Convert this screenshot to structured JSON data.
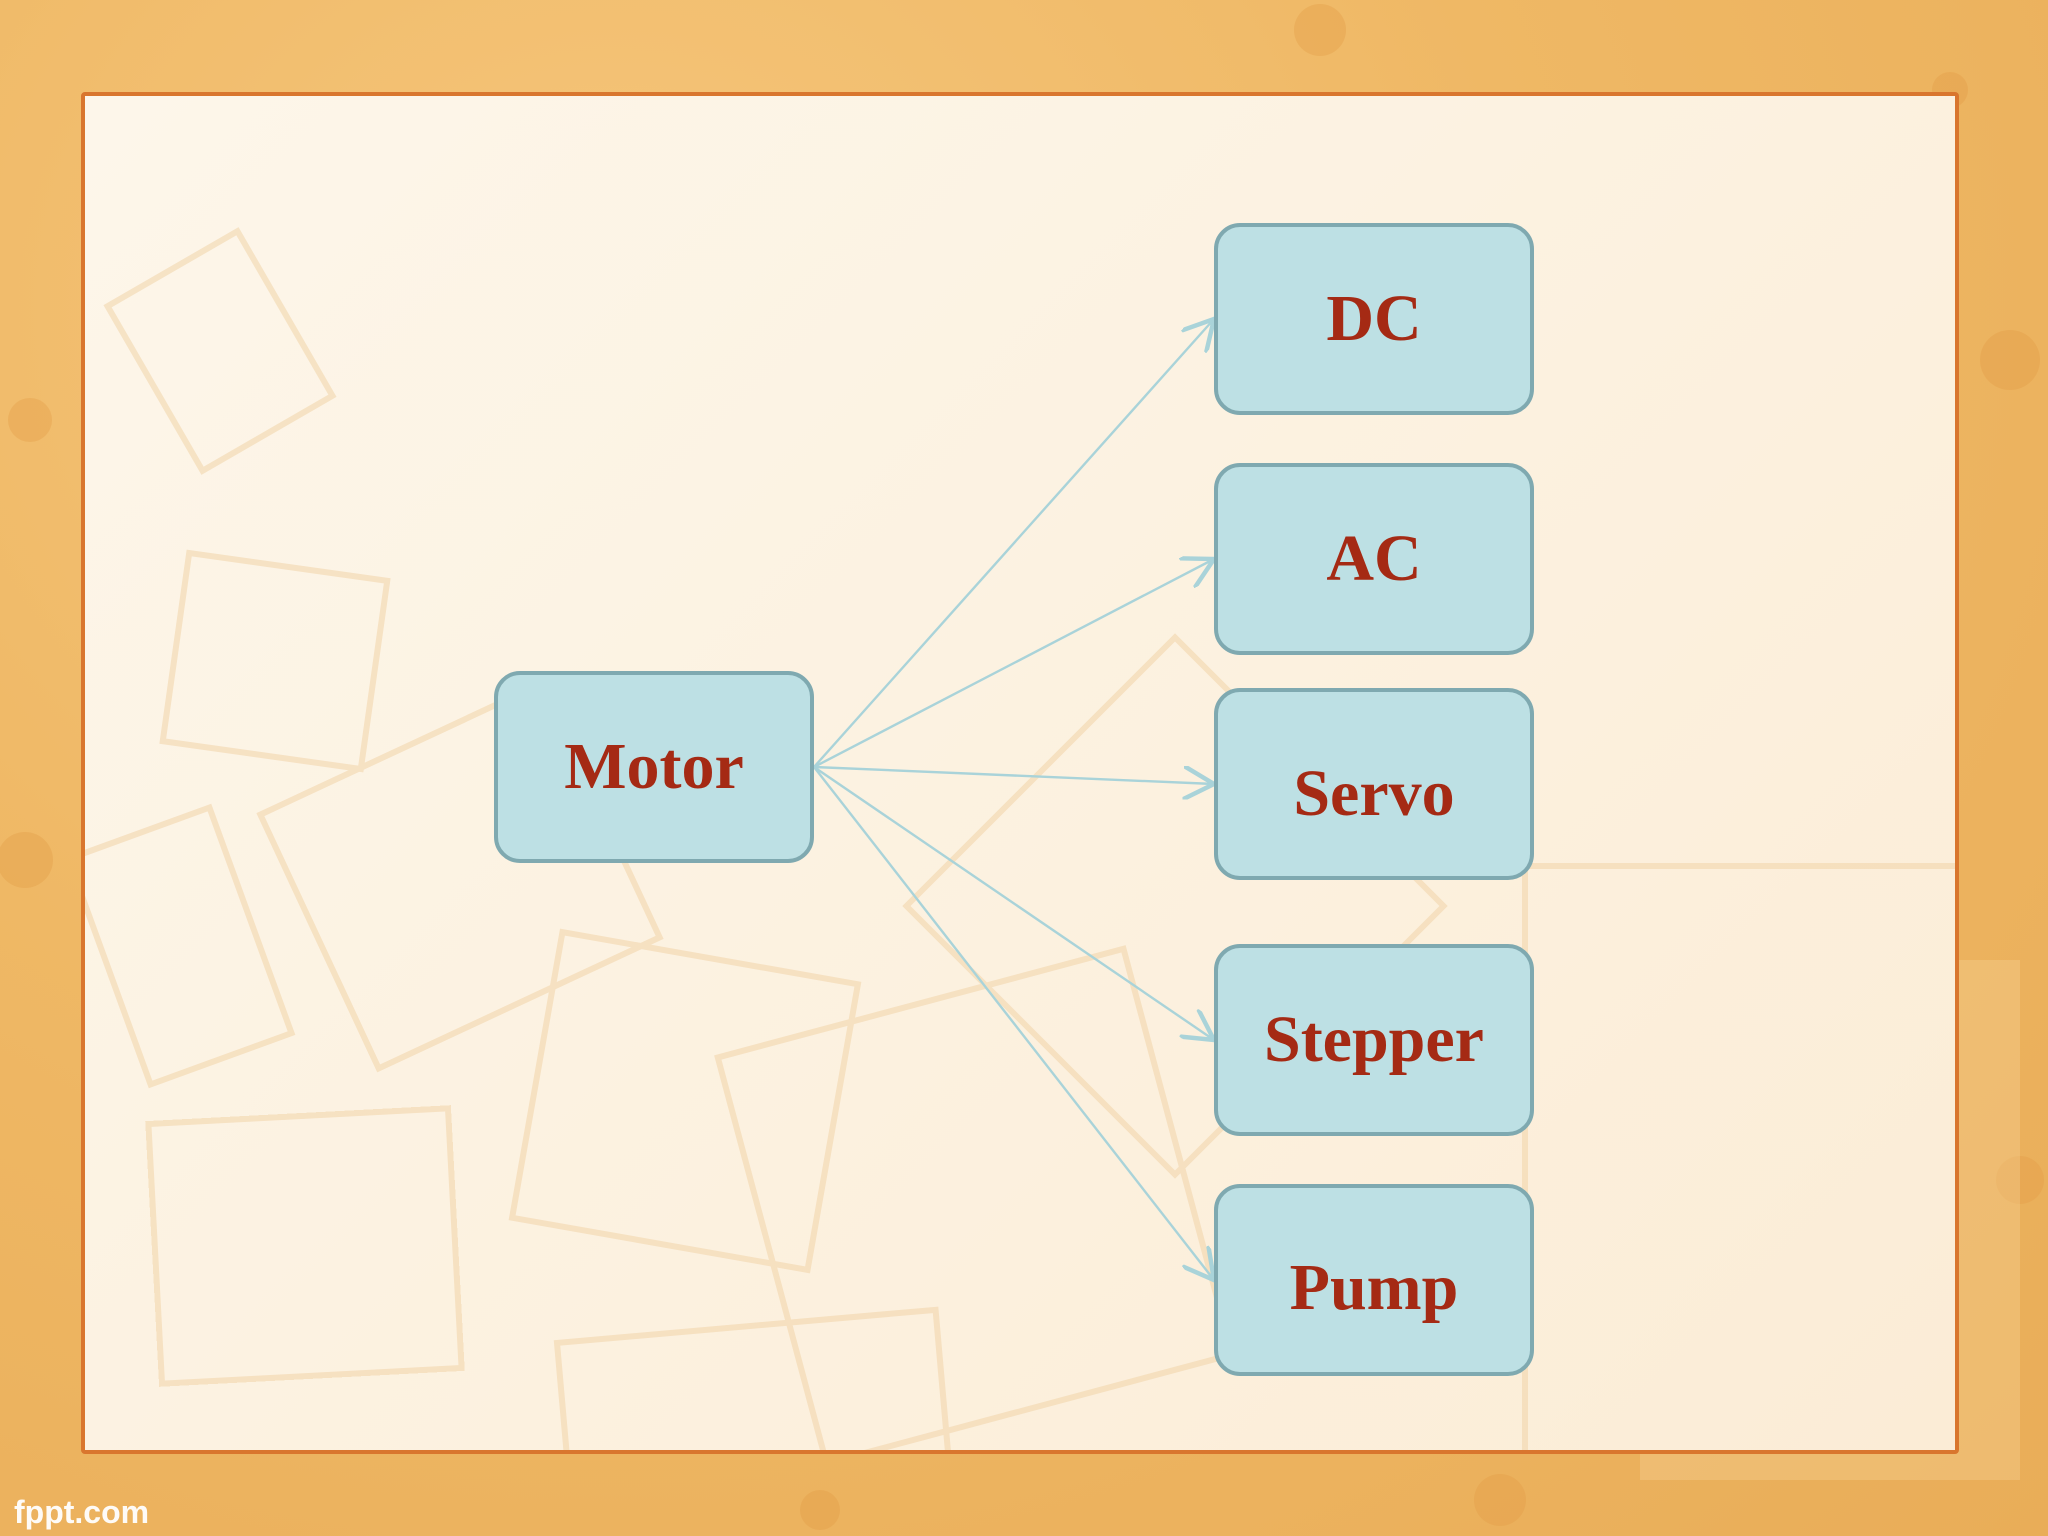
{
  "diagram": {
    "root": {
      "label": "Motor"
    },
    "children": [
      {
        "id": "dc",
        "label": "DC"
      },
      {
        "id": "ac",
        "label": "AC"
      },
      {
        "id": "servo",
        "label": "Servo"
      },
      {
        "id": "stepper",
        "label": "Stepper"
      },
      {
        "id": "pump",
        "label": "Pump"
      }
    ]
  },
  "footer": {
    "watermark": "fppt.com"
  },
  "colors": {
    "background": "#efb865",
    "panel": "#fdf6ea",
    "panel_border": "#d9762e",
    "node_fill": "#bde0e4",
    "node_border": "#7fa9b0",
    "node_text": "#a52a14",
    "connector": "#a9d3d9"
  }
}
